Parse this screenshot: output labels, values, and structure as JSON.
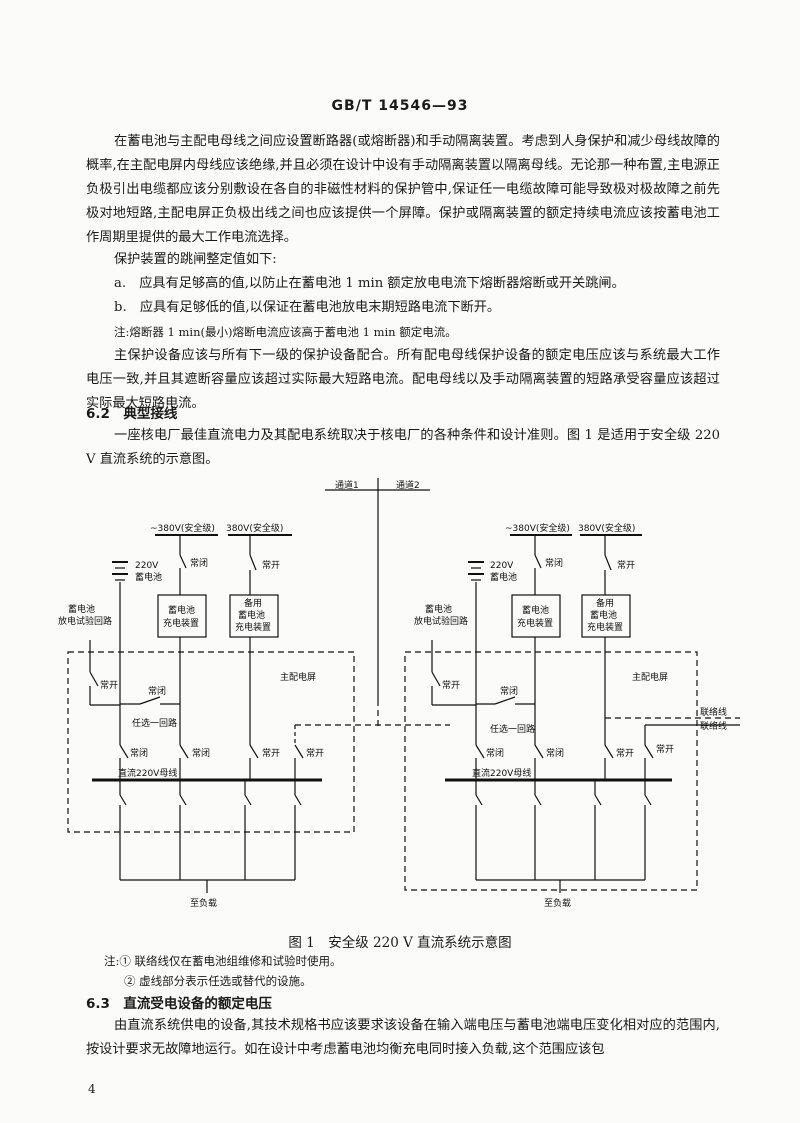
{
  "header": "GB/T 14546—93",
  "paragraphs": {
    "p1": "在蓄电池与主配电母线之间应设置断路器(或熔断器)和手动隔离装置。考虑到人身保护和减少母线故障的概率,在主配电屏内母线应该绝缘,并且必须在设计中设有手动隔离装置以隔离母线。无论那一种布置,主电源正负极引出电缆都应该分别敷设在各自的非磁性材料的保护管中,保证任一电缆故障可能导致极对极故障之前先极对地短路,主配电屏正负极出线之间也应该提供一个屏障。保护或隔离装置的额定持续电流应该按蓄电池工作周期里提供的最大工作电流选择。",
    "p2": "保护装置的跳闸整定值如下:",
    "item_a": "a.　应具有足够高的值,以防止在蓄电池 1 min 额定放电电流下熔断器熔断或开关跳闸。",
    "item_b": "b.　应具有足够低的值,以保证在蓄电池放电末期短路电流下断开。",
    "note1": "注:熔断器 1 min(最小)熔断电流应该高于蓄电池 1 min 额定电流。",
    "p3": "主保护设备应该与所有下一级的保护设备配合。所有配电母线保护设备的额定电压应该与系统最大工作电压一致,并且其遮断容量应该超过实际最大短路电流。配电母线以及手动隔离装置的短路承受容量应该超过实际最大短路电流。",
    "sec62": "6.2　典型接线",
    "p4": "一座核电厂最佳直流电力及其配电系统取决于核电厂的各种条件和设计准则。图 1 是适用于安全级 220 V 直流系统的示意图。",
    "caption": "图 1　安全级 220 V 直流系统示意图",
    "fignote1": "注:① 联络线仅在蓄电池组维修和试验时使用。",
    "fignote2": "② 虚线部分表示任选或替代的设施。",
    "sec63": "6.3　直流受电设备的额定电压",
    "p5": "由直流系统供电的设备,其技术规格书应该要求该设备在输入端电压与蓄电池端电压变化相对应的范围内,按设计要求无故障地运行。如在设计中考虑蓄电池均衡充电同时接入负载,这个范围应该包",
    "page_number": "4"
  },
  "figure": {
    "channel1": "通道1",
    "channel2": "通道2",
    "ac_safe": "~380V(安全级)",
    "ac_safe2": "380V(安全级)",
    "battery_v": "220V",
    "battery": "蓄电池",
    "discharge_line1": "蓄电池",
    "discharge_line2": "放电试验回路",
    "charger1": "蓄电池",
    "charger2": "充电装置",
    "spare1": "备用",
    "spare2": "蓄电池",
    "spare3": "充电装置",
    "nc": "常闭",
    "no": "常开",
    "main_panel": "主配电屏",
    "optional": "任选一回路",
    "bus": "直流220V母线",
    "tie": "联络线",
    "load": "至负载"
  }
}
